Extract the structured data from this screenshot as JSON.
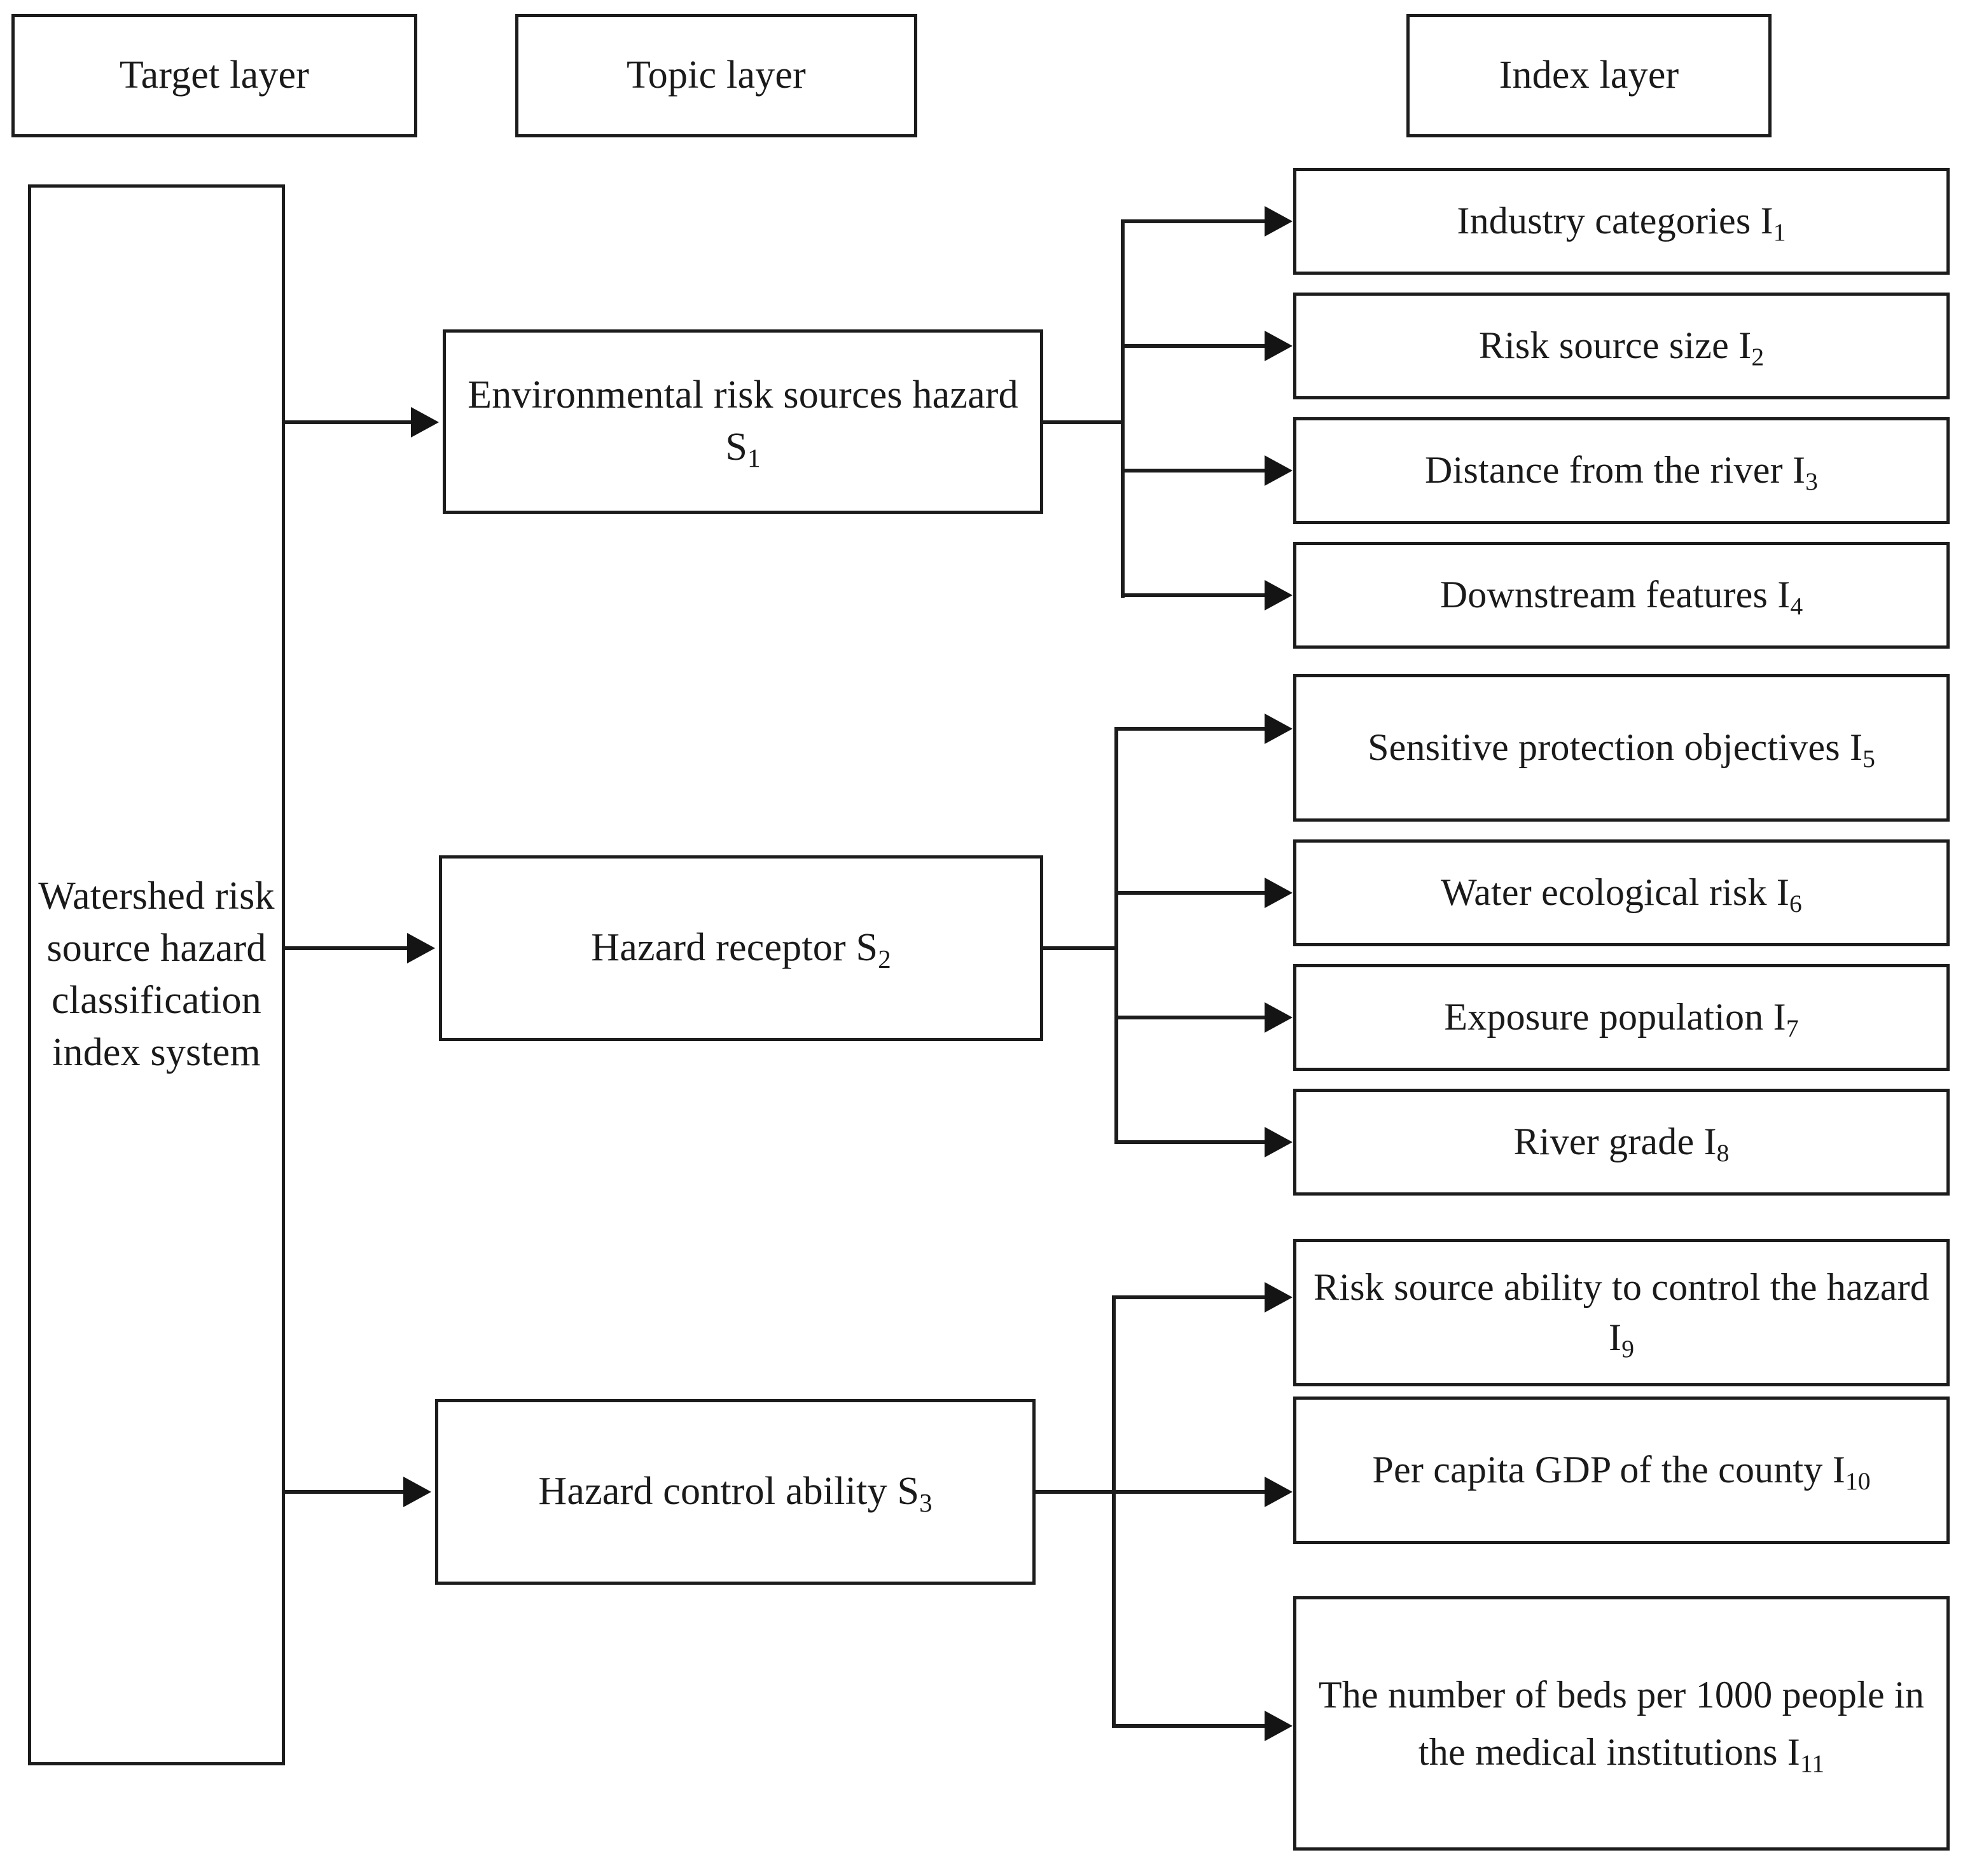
{
  "diagram": {
    "title": "Watershed risk source hazard classification index system",
    "headers": [
      {
        "id": "target",
        "label": "Target layer"
      },
      {
        "id": "topic",
        "label": "Topic layer"
      },
      {
        "id": "index",
        "label": "Index layer"
      }
    ],
    "target": {
      "label": "Watershed risk source hazard classification index system",
      "wrapped_lines": [
        "Watersh",
        "ed risk",
        "source",
        "hazard",
        "classific",
        "ation",
        "index",
        "system"
      ]
    },
    "topics": [
      {
        "code": "S1",
        "label": "Environmental risk sources hazard S",
        "sub": "1"
      },
      {
        "code": "S2",
        "label": "Hazard receptor S",
        "sub": "2"
      },
      {
        "code": "S3",
        "label": "Hazard control ability S",
        "sub": "3"
      }
    ],
    "indices": [
      {
        "code": "I1",
        "label": "Industry categories I",
        "sub": "1",
        "group": "S1"
      },
      {
        "code": "I2",
        "label": "Risk source size I",
        "sub": "2",
        "group": "S1"
      },
      {
        "code": "I3",
        "label": "Distance from the river I",
        "sub": "3",
        "group": "S1"
      },
      {
        "code": "I4",
        "label": "Downstream features I",
        "sub": "4",
        "group": "S1"
      },
      {
        "code": "I5",
        "label": "Sensitive protection objectives I",
        "sub": "5",
        "group": "S2"
      },
      {
        "code": "I6",
        "label": "Water ecological risk I",
        "sub": "6",
        "group": "S2"
      },
      {
        "code": "I7",
        "label": "Exposure population I",
        "sub": "7",
        "group": "S2"
      },
      {
        "code": "I8",
        "label": "River grade I",
        "sub": "8",
        "group": "S2"
      },
      {
        "code": "I9",
        "label": "Risk source ability to control the hazard I",
        "sub": "9",
        "group": "S3"
      },
      {
        "code": "I10",
        "label": "Per capita GDP of the county I",
        "sub": "10",
        "group": "S3"
      },
      {
        "code": "I11",
        "label": "The number of beds per 1000 people in the medical institutions I",
        "sub": "11",
        "group": "S3"
      }
    ],
    "colors": {
      "stroke": "#1c1c1c",
      "background": "#ffffff",
      "text": "#1a1a1a"
    }
  }
}
